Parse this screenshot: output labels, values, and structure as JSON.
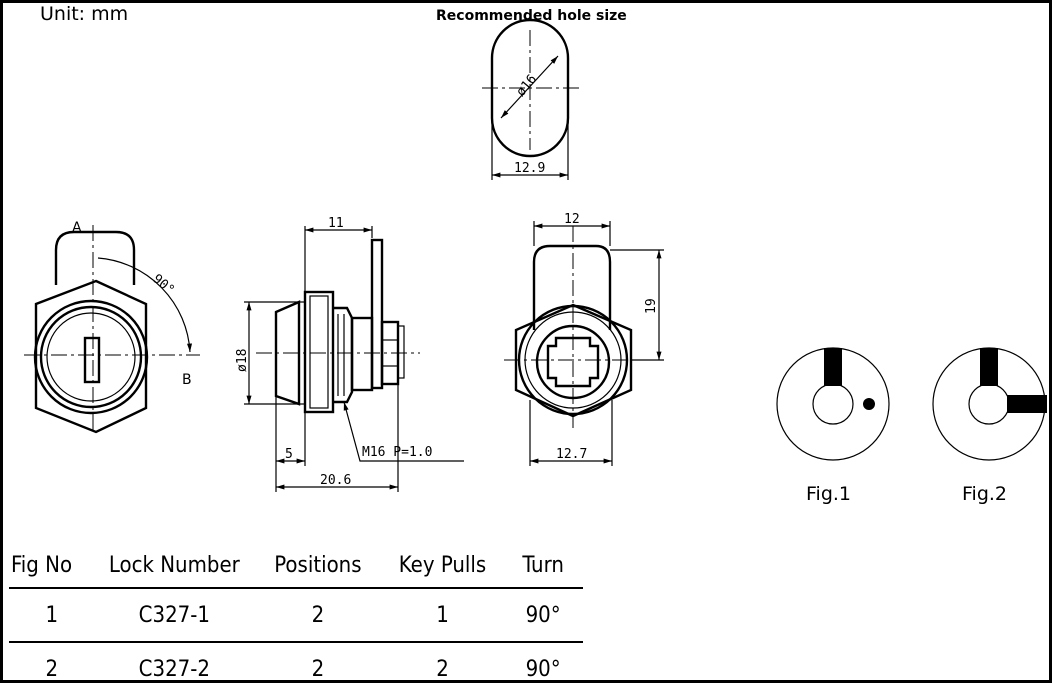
{
  "unit_label": "Unit:  mm",
  "hole": {
    "title": "Recommended hole size",
    "diameter_label": "ø16",
    "width_label": "12.9"
  },
  "front_view": {
    "label_a": "A",
    "label_b": "B",
    "angle_label": "90°"
  },
  "side_view": {
    "dim_top": "11",
    "dim_diameter": "ø18",
    "dim_flange": "5",
    "thread": "M16  P=1.0",
    "dim_length": "20.6"
  },
  "rear_view": {
    "dim_width_top": "12",
    "dim_height": "19",
    "dim_width_bottom": "12.7"
  },
  "figures": [
    {
      "label": "Fig.1"
    },
    {
      "label": "Fig.2"
    }
  ],
  "table": {
    "headers": [
      "Fig No",
      "Lock Number",
      "Positions",
      "Key Pulls",
      "Turn"
    ],
    "rows": [
      [
        "1",
        "C327-1",
        "2",
        "1",
        "90°"
      ],
      [
        "2",
        "C327-2",
        "2",
        "2",
        "90°"
      ]
    ]
  }
}
